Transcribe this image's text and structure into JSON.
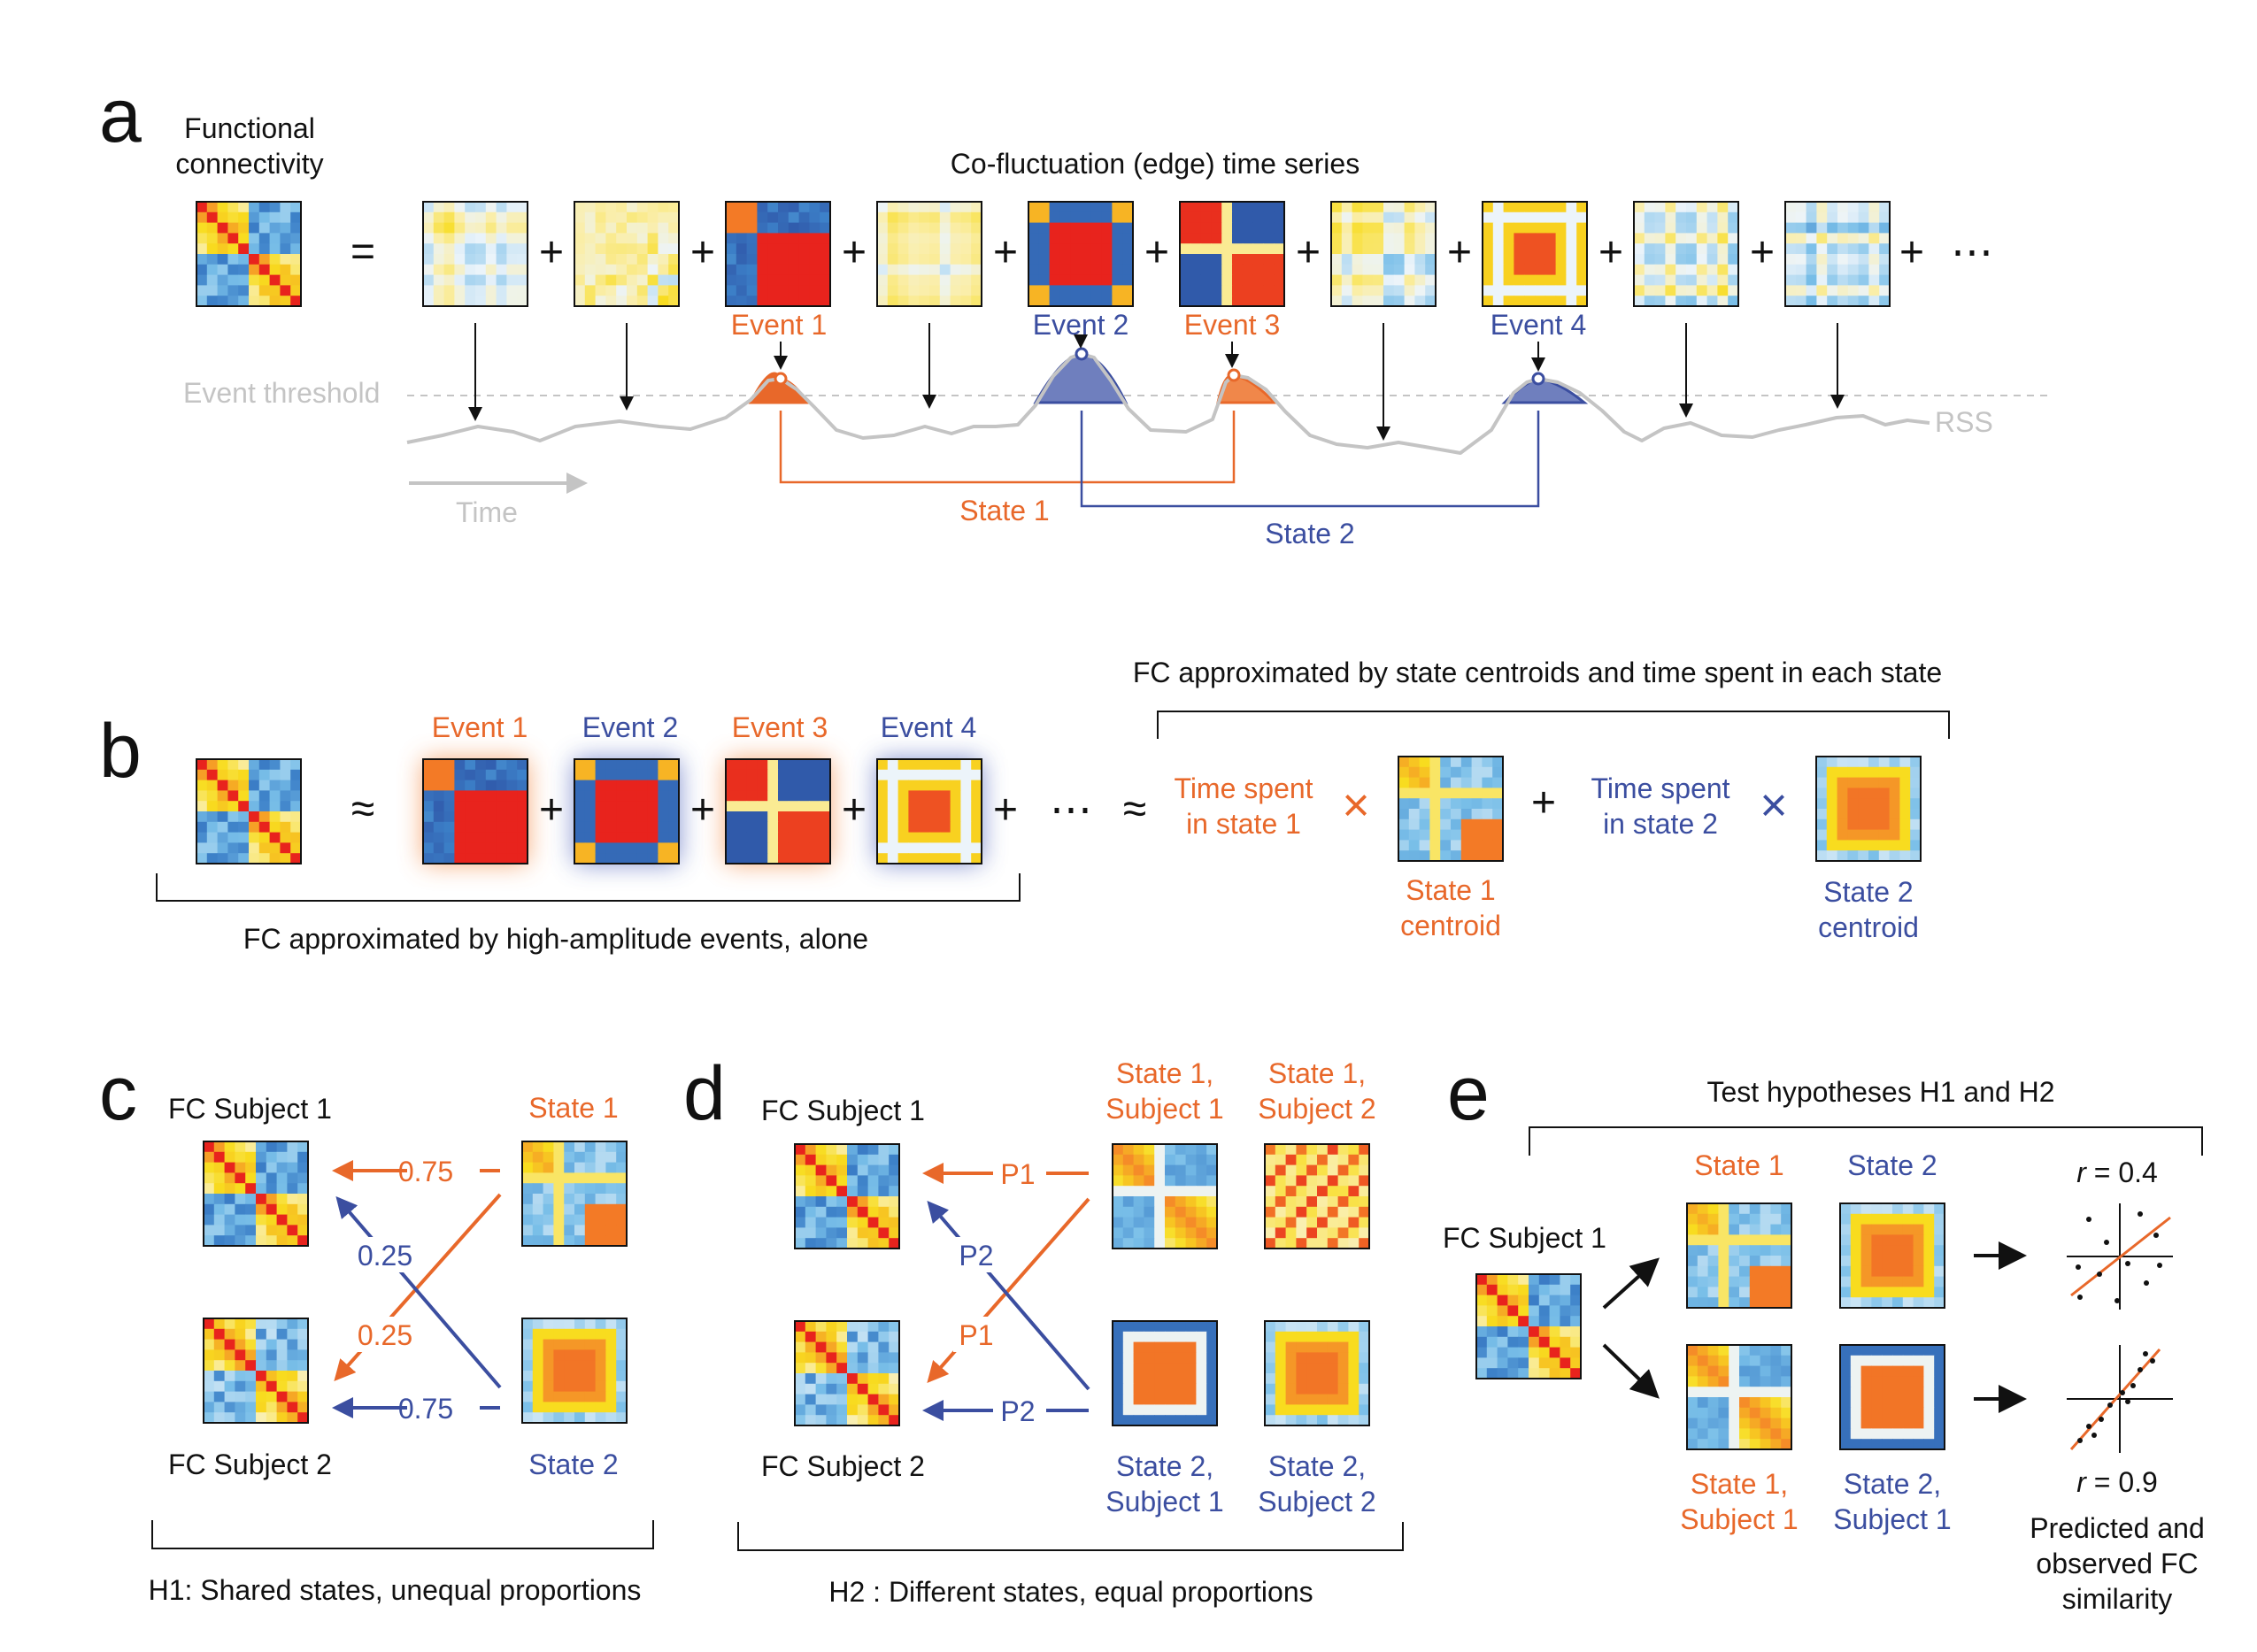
{
  "panel_a": {
    "letter": "a",
    "fc_label": [
      "Functional",
      "connectivity"
    ],
    "series_title": "Co-fluctuation (edge) time series",
    "equals": "=",
    "plus": "+",
    "ellipsis": "⋯",
    "events": [
      "Event 1",
      "Event 2",
      "Event 3",
      "Event 4"
    ],
    "threshold_label": "Event threshold",
    "rss_label": "RSS",
    "time_label": "Time",
    "state1": "State 1",
    "state2": "State 2"
  },
  "panel_b": {
    "letter": "b",
    "approx": "≈",
    "plus": "+",
    "ellipsis": "⋯",
    "times": "×",
    "events": [
      "Event 1",
      "Event 2",
      "Event 3",
      "Event 4"
    ],
    "events_caption": "FC approximated by high-amplitude events, alone",
    "centroid_caption": "FC approximated by state centroids and time spent in each state",
    "time_state1": [
      "Time spent",
      "in state 1"
    ],
    "time_state2": [
      "Time spent",
      "in state 2"
    ],
    "centroid1": [
      "State 1",
      "centroid"
    ],
    "centroid2": [
      "State 2",
      "centroid"
    ]
  },
  "panel_c": {
    "letter": "c",
    "subject1": "FC Subject 1",
    "subject2": "FC Subject 2",
    "state1": "State 1",
    "state2": "State 2",
    "w11": "0.75",
    "w21": "0.25",
    "w12": "0.25",
    "w22": "0.75",
    "caption": "H1: Shared states, unequal proportions"
  },
  "panel_d": {
    "letter": "d",
    "subject1": "FC Subject 1",
    "subject2": "FC Subject 2",
    "s1_sub1": [
      "State 1,",
      "Subject 1"
    ],
    "s1_sub2": [
      "State 1,",
      "Subject 2"
    ],
    "s2_sub1": [
      "State 2,",
      "Subject 1"
    ],
    "s2_sub2": [
      "State 2,",
      "Subject 2"
    ],
    "p1_top": "P1",
    "p2_mid": "P2",
    "p1_mid": "P1",
    "p2_bottom": "P2",
    "caption": "H2 : Different states, equal proportions"
  },
  "panel_e": {
    "letter": "e",
    "title": "Test hypotheses H1 and H2",
    "subject1": "FC Subject 1",
    "state1": "State 1",
    "state2": "State 2",
    "s1_sub1": [
      "State 1,",
      "Subject 1"
    ],
    "s2_sub1": [
      "State 2,",
      "Subject 1"
    ],
    "r_top_symbol": "r",
    "r_top_value": " = 0.4",
    "r_bottom_symbol": "r",
    "r_bottom_value": " = 0.9",
    "caption": [
      "Predicted and",
      "observed FC",
      "similarity"
    ]
  },
  "colors": {
    "orange": "#e8682a",
    "blue": "#3b4ea0",
    "gray": "#c4c4c4",
    "red": "#e8231d",
    "yellow": "#f8dc1f",
    "light_blue": "#aad6ee",
    "dark_blue": "#2d4fa2"
  }
}
